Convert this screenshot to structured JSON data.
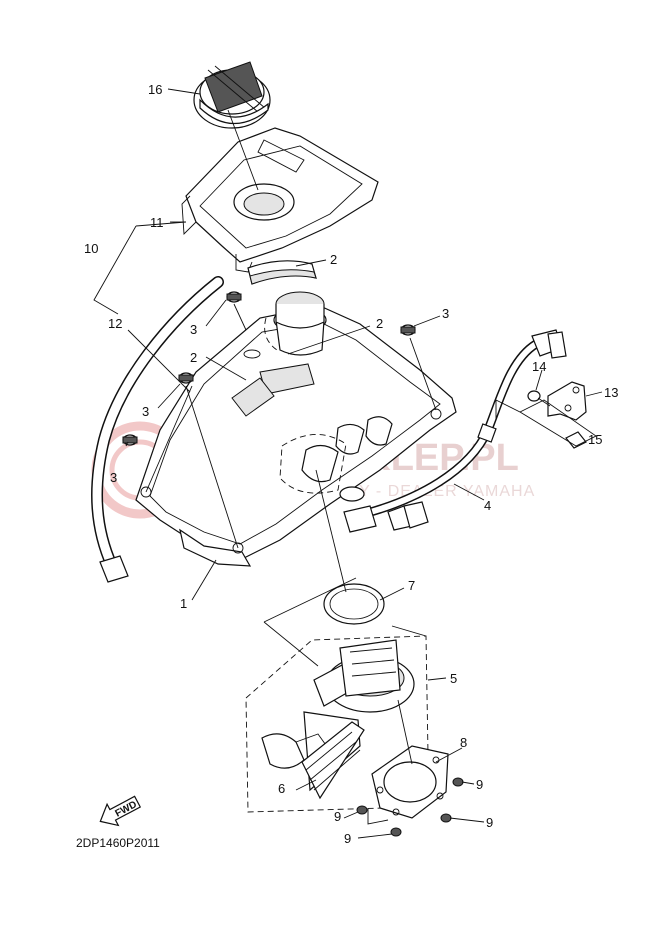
{
  "watermark": {
    "brand": "YAMAHAKLEP.PL",
    "tagline": "WOJCIECHOWSCY - DEALER YAMAHA"
  },
  "diagram_code": "2DP1460P2011",
  "fwd_label": "FWD",
  "callouts": [
    {
      "id": "c16",
      "label": "16"
    },
    {
      "id": "c11",
      "label": "11"
    },
    {
      "id": "c10",
      "label": "10"
    },
    {
      "id": "c12",
      "label": "12"
    },
    {
      "id": "c2a",
      "label": "2"
    },
    {
      "id": "c2b",
      "label": "2"
    },
    {
      "id": "c2c",
      "label": "2"
    },
    {
      "id": "c3a",
      "label": "3"
    },
    {
      "id": "c3b",
      "label": "3"
    },
    {
      "id": "c3c",
      "label": "3"
    },
    {
      "id": "c3d",
      "label": "3"
    },
    {
      "id": "c14",
      "label": "14"
    },
    {
      "id": "c13",
      "label": "13"
    },
    {
      "id": "c15",
      "label": "15"
    },
    {
      "id": "c4",
      "label": "4"
    },
    {
      "id": "c1",
      "label": "1"
    },
    {
      "id": "c7",
      "label": "7"
    },
    {
      "id": "c5",
      "label": "5"
    },
    {
      "id": "c8",
      "label": "8"
    },
    {
      "id": "c6",
      "label": "6"
    },
    {
      "id": "c9a",
      "label": "9"
    },
    {
      "id": "c9b",
      "label": "9"
    },
    {
      "id": "c9c",
      "label": "9"
    },
    {
      "id": "c9d",
      "label": "9"
    }
  ]
}
